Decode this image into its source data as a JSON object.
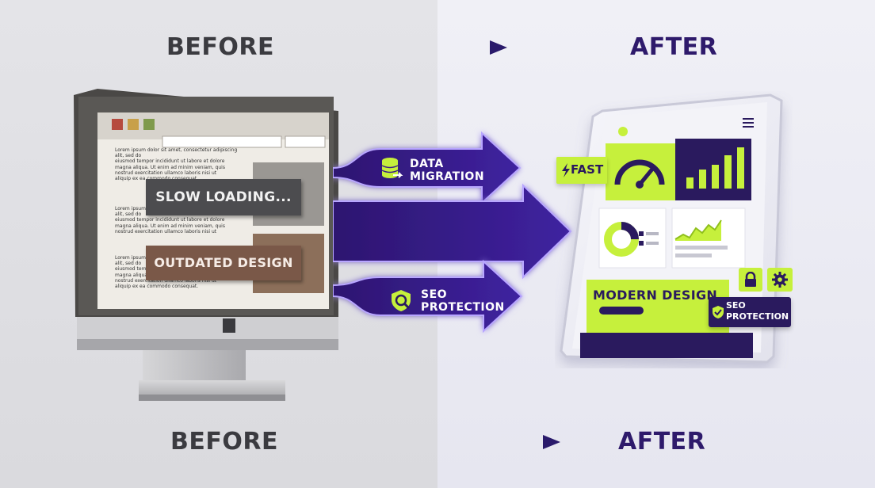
{
  "header": {
    "before": "BEFORE",
    "after": "AFTER"
  },
  "footer": {
    "before": "BEFORE",
    "after": "AFTER"
  },
  "old_site": {
    "filler_line_1": "Lorem ipsum dolor sit amet, consectetur adipiscing alit, sed do",
    "filler_line_2": "eiusmod tempor incididunt ut labore et dolore",
    "filler_line_3": "magna aliqua. Ut enim ad minim veniam, quis",
    "filler_line_4": "nostrud exercitation ullamco laboris nisi ut",
    "filler_line_5": "aliquip ex ea commodo consequat.",
    "badge_slow": "SLOW LOADING...",
    "badge_outdated": "OUTDATED DESIGN"
  },
  "arrows": {
    "top_line1": "DATA",
    "top_line2": "MIGRATION",
    "bottom_line1": "SEO",
    "bottom_line2": "PROTECTION"
  },
  "new_site": {
    "fast_label": "FAST",
    "modern_label": "MODERN DESIGN",
    "seo_line1": "SEO",
    "seo_line2": "PROTECTION"
  },
  "colors": {
    "purple": "#3a1f87",
    "lime": "#c6f03c",
    "dark": "#2a1a5e"
  },
  "icons": [
    "database-icon",
    "shield-search-icon",
    "lightning-icon",
    "speedometer-icon",
    "bar-chart-icon",
    "donut-chart-icon",
    "line-chart-icon",
    "lock-icon",
    "gear-icon",
    "shield-check-icon",
    "menu-icon"
  ]
}
